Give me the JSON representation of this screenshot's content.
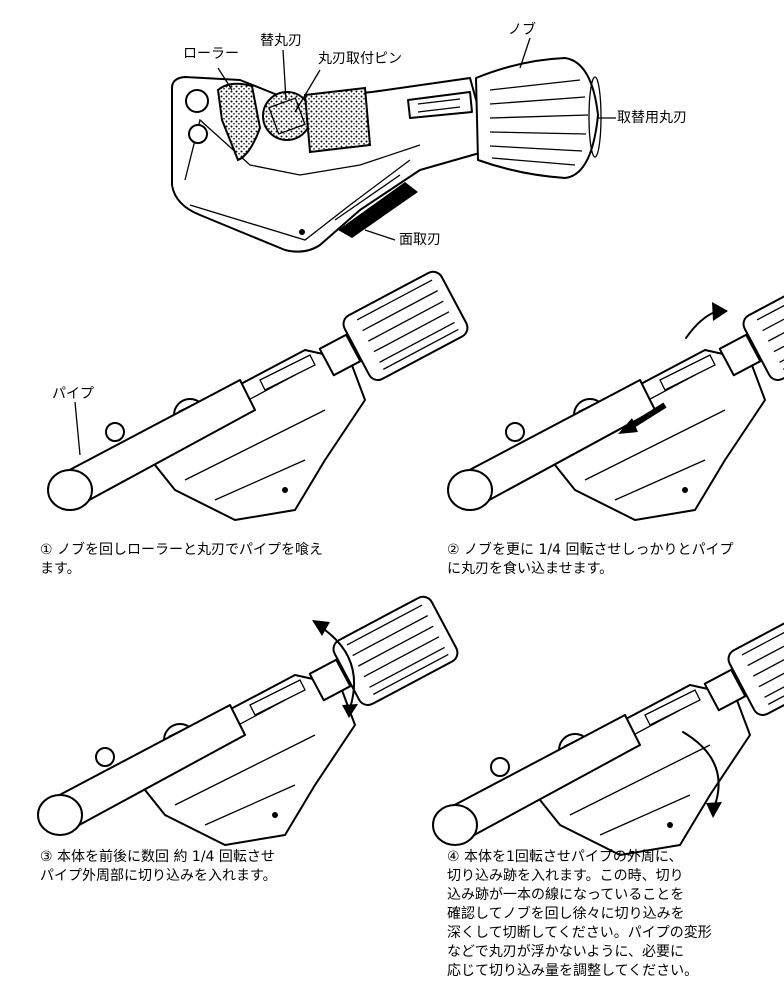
{
  "labels": {
    "roller": "ローラー",
    "replacement_blade": "替丸刃",
    "blade_pin": "丸刃取付ピン",
    "knob": "ノブ",
    "spare_blade": "取替用丸刃",
    "chamfer_blade": "面取刃",
    "pipe": "パイプ"
  },
  "steps": [
    {
      "number": "①",
      "text": "ノブを回しローラーと丸刃でパイプを喰え\nます。"
    },
    {
      "number": "②",
      "text": "ノブを更に 1/4 回転させしっかりとパイプ\nに丸刃を食い込ませます。"
    },
    {
      "number": "③",
      "text": "本体を前後に数回 約 1/4 回転させ\nパイプ外周部に切り込みを入れます。"
    },
    {
      "number": "④",
      "text": "本体を1回転させパイプの外周に、\n切り込み跡を入れます。この時、切り\n込み跡が一本の線になっていることを\n確認してノブを回し徐々に切り込みを\n深くして切断してください。パイプの変形\nなどで丸刃が浮かないように、必要に\n応じて切り込み量を調整してください。"
    }
  ],
  "colors": {
    "ink": "#000000",
    "background": "#ffffff"
  }
}
